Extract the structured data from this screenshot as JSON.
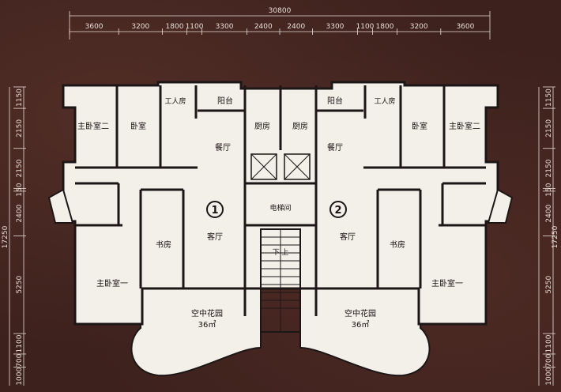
{
  "overall_width": "30800",
  "top_dims": [
    "3600",
    "3200",
    "1800",
    "1100",
    "3300",
    "2400",
    "2400",
    "3300",
    "1100",
    "1800",
    "3200",
    "3600"
  ],
  "left_dims": [
    "1150",
    "2150",
    "2150",
    "150",
    "2400",
    "5250",
    "1100",
    "700",
    "1000"
  ],
  "left_total": "17250",
  "right_dims": [
    "1150",
    "2150",
    "2150",
    "150",
    "2400",
    "5250",
    "1100",
    "700",
    "1000"
  ],
  "right_total": "17250",
  "units": [
    "1",
    "2"
  ],
  "rooms": {
    "master2_left": "主卧室二",
    "bedroom_left": "卧室",
    "worker_left": "工人房",
    "balcony_left": "阳台",
    "kitchen_left": "厨房",
    "kitchen_right": "厨房",
    "balcony_right": "阳台",
    "worker_right": "工人房",
    "bedroom_right": "卧室",
    "master2_right": "主卧室二",
    "dining_left": "餐厅",
    "dining_right": "餐厅",
    "lift_hall": "电梯间",
    "living_left": "客厅",
    "living_right": "客厅",
    "study_left": "书房",
    "study_right": "书房",
    "master1_left": "主卧室一",
    "master1_right": "主卧室一",
    "garden_left": "空中花园",
    "garden_right": "空中花园",
    "garden_area_left": "36㎡",
    "garden_area_right": "36㎡",
    "stair_label": "下 上"
  },
  "colors": {
    "plan_bg": "#f3efe9",
    "wall": "#1c1616",
    "dim_line": "#e8ddd6",
    "background": "#3d211d"
  }
}
